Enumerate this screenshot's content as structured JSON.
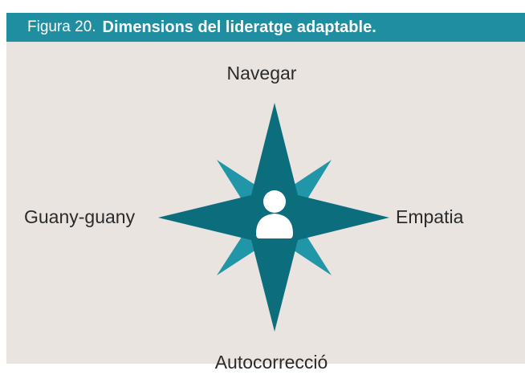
{
  "figure": {
    "number": "Figura 20.",
    "title": "Dimensions del lideratge adaptable."
  },
  "diagram": {
    "north_label": "Navegar",
    "east_label": "Empatia",
    "south_label": "Autocorrecció",
    "west_label": "Guany-guany",
    "center_icon": "person-icon"
  },
  "colors": {
    "header_bg": "#1e8ea0",
    "star_main": "#0c6e7d",
    "star_secondary": "#2196a8",
    "panel_bg": "#e9e4e0"
  }
}
